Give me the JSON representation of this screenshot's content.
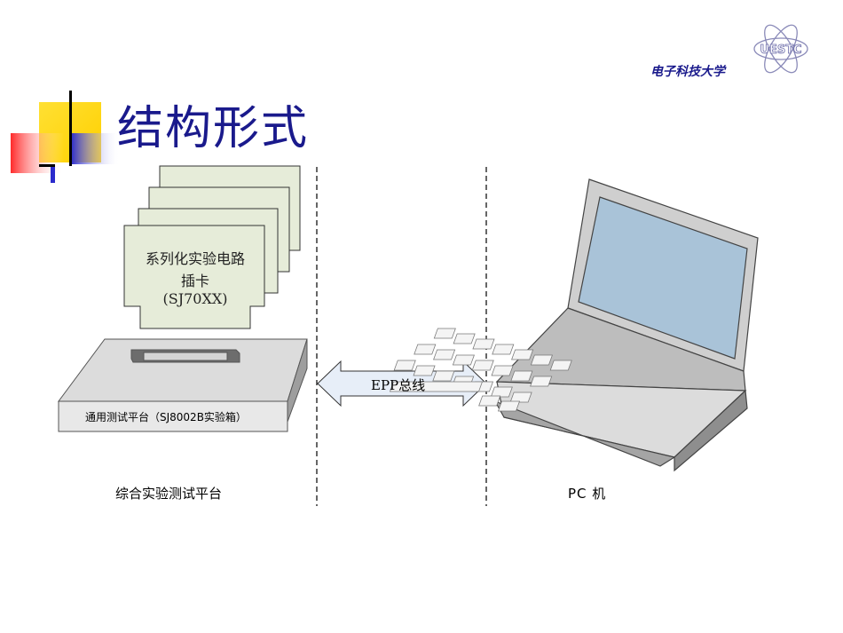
{
  "header": {
    "title": "结构形式",
    "university": "电子科技大学",
    "logo_text": "UESTC"
  },
  "diagram": {
    "card_label_lines": [
      "系列化实验电路",
      "插卡",
      "(SJ70XX)"
    ],
    "platform_label": "通用测试平台（SJ8002B实验箱）",
    "bus_label": "EPP总线",
    "left_caption": "综合实验测试平台",
    "right_caption": "PC 机"
  },
  "colors": {
    "title": "#1a1a8c",
    "card_fill": "#e6ecd9",
    "platform_fill": "#e2e2e2",
    "bus_fill": "#e7eef8",
    "deco_yellow": "#ffd700",
    "deco_red": "#ff3333",
    "deco_blue": "#3333cc"
  }
}
